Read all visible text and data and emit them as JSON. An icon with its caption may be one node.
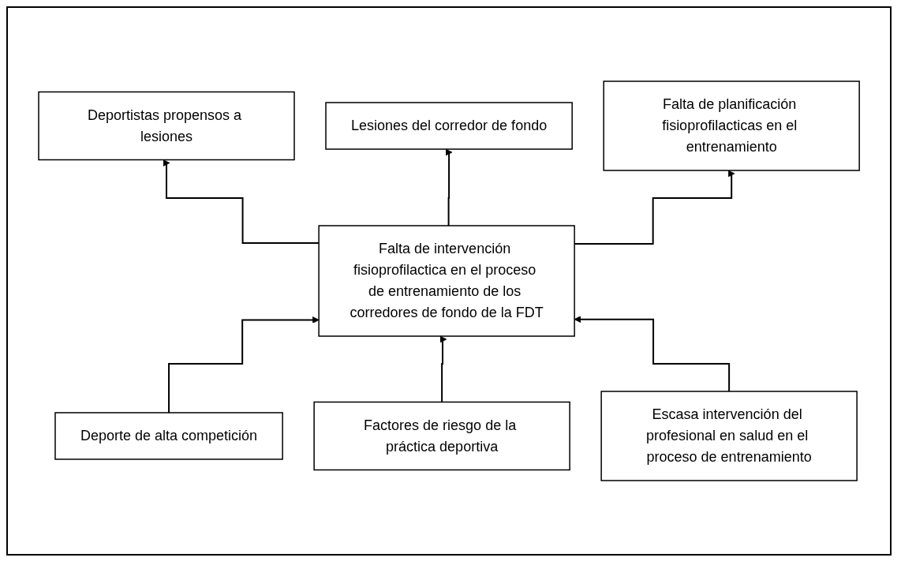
{
  "diagram": {
    "nodes": [
      {
        "text": [
          "Deportistas propensos a lesiones"
        ]
      },
      {
        "text": [
          "Lesiones del corredor de fondo"
        ]
      },
      {
        "text": [
          "Falta de planificación fisioprofilacticas en el entrenamiento"
        ]
      },
      {
        "text": [
          "Falta de intervención fisioprofilactica en el proceso de entrenamiento de los corredores de fondo de la FDT"
        ]
      },
      {
        "text": [
          "Deporte de alta competición"
        ]
      },
      {
        "text": [
          "Factores de riesgo de la práctica deportiva"
        ]
      },
      {
        "text": [
          "Escasa intervención del profesional en salud en el proceso de entrenamiento"
        ]
      }
    ],
    "edges": [
      {
        "from": 3,
        "to": 0,
        "arrow": "to"
      },
      {
        "from": 3,
        "to": 1,
        "arrow": "to"
      },
      {
        "from": 3,
        "to": 2,
        "arrow": "to"
      },
      {
        "from": 4,
        "to": 3,
        "arrow": "to"
      },
      {
        "from": 5,
        "to": 3,
        "arrow": "to"
      },
      {
        "from": 6,
        "to": 3,
        "arrow": "to"
      }
    ]
  }
}
